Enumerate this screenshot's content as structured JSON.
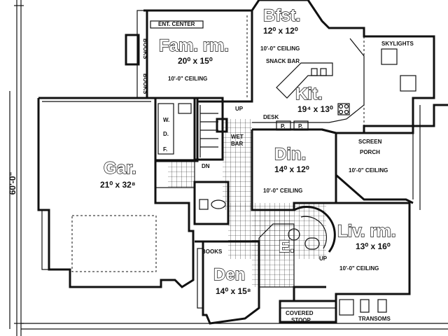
{
  "dimension_label": "60'-0\"",
  "rooms": {
    "fam": {
      "name": "Fam. rm.",
      "size": "20⁰ x 15⁰",
      "ceiling": "10'-0\" CEILING"
    },
    "bfst": {
      "name": "Bfst.",
      "size": "12⁰ x 12⁰",
      "ceiling": "10'-0\" CEILING"
    },
    "kit": {
      "name": "Kit.",
      "size": "19⁴ x 13⁰"
    },
    "gar": {
      "name": "Gar.",
      "size": "21⁰ x 32⁸"
    },
    "din": {
      "name": "Din.",
      "size": "14⁰ x 12⁰",
      "ceiling": "10'-0\" CEILING"
    },
    "screen_porch": {
      "name_line1": "SCREEN",
      "name_line2": "PORCH",
      "ceiling": "10'-0\" CEILING"
    },
    "liv": {
      "name": "Liv. rm.",
      "size": "13⁰ x 16⁰",
      "ceiling": "10'-0\" CEILING"
    },
    "entry": {
      "name": "E."
    },
    "den": {
      "name": "Den",
      "size": "14⁰ x 15⁸"
    }
  },
  "notes": {
    "ent_center": "ENT. CENTER",
    "books_1": "BOOKS",
    "books_2": "BOOKS",
    "books_den": "BOOKS",
    "snack_bar": "SNACK BAR",
    "skylights": "SKYLIGHTS",
    "desk": "DESK",
    "pantry_p1": "P.",
    "pantry_p2": "P.",
    "up_1": "UP",
    "up_2": "UP",
    "dn": "DN",
    "wet_bar_1": "WET",
    "wet_bar_2": "BAR",
    "w": "W.",
    "d": "D.",
    "f": "F.",
    "covered_stoop_1": "COVERED",
    "covered_stoop_2": "STOOP",
    "transoms": "TRANSOMS"
  }
}
